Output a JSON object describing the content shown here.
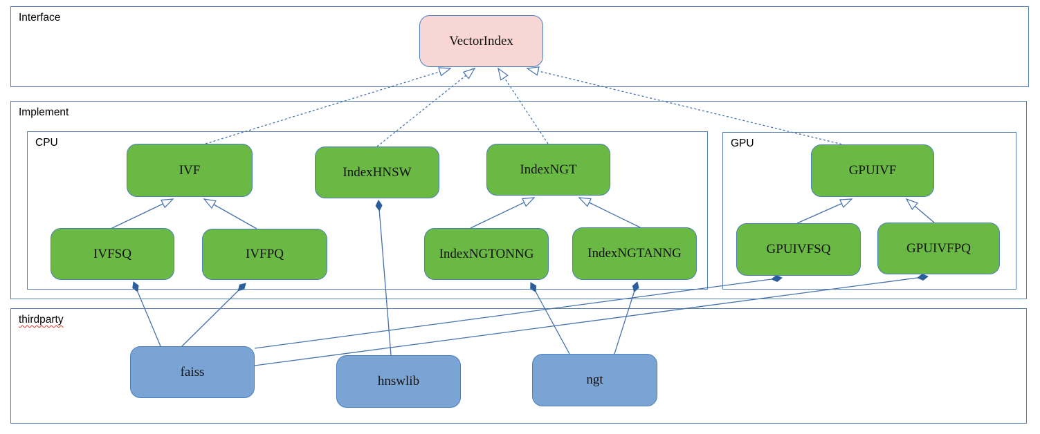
{
  "containers": {
    "interface": {
      "label": "Interface"
    },
    "implement": {
      "label": "Implement"
    },
    "cpu": {
      "label": "CPU"
    },
    "gpu": {
      "label": "GPU"
    },
    "thirdparty": {
      "label": "thirdparty"
    }
  },
  "nodes": {
    "vectorindex": {
      "label": "VectorIndex",
      "kind": "interface"
    },
    "ivf": {
      "label": "IVF",
      "kind": "cpu-class"
    },
    "indexhnsw": {
      "label": "IndexHNSW",
      "kind": "cpu-class"
    },
    "indexngt": {
      "label": "IndexNGT",
      "kind": "cpu-class"
    },
    "ivfsq": {
      "label": "IVFSQ",
      "kind": "cpu-class"
    },
    "ivfpq": {
      "label": "IVFPQ",
      "kind": "cpu-class"
    },
    "indexngtonng": {
      "label": "IndexNGTONNG",
      "kind": "cpu-class"
    },
    "indexngtanng": {
      "label": "IndexNGTANNG",
      "kind": "cpu-class"
    },
    "gpuivf": {
      "label": "GPUIVF",
      "kind": "gpu-class"
    },
    "gpuivfsq": {
      "label": "GPUIVFSQ",
      "kind": "gpu-class"
    },
    "gpuivfpq": {
      "label": "GPUIVFPQ",
      "kind": "gpu-class"
    },
    "faiss": {
      "label": "faiss",
      "kind": "thirdparty-lib"
    },
    "hnswlib": {
      "label": "hnswlib",
      "kind": "thirdparty-lib"
    },
    "ngt": {
      "label": "ngt",
      "kind": "thirdparty-lib"
    }
  },
  "edges": [
    {
      "from": "IVF",
      "to": "VectorIndex",
      "type": "realization-dashed"
    },
    {
      "from": "IndexHNSW",
      "to": "VectorIndex",
      "type": "realization-dashed"
    },
    {
      "from": "IndexNGT",
      "to": "VectorIndex",
      "type": "realization-dashed"
    },
    {
      "from": "GPUIVF",
      "to": "VectorIndex",
      "type": "realization-dashed"
    },
    {
      "from": "IVFSQ",
      "to": "IVF",
      "type": "generalization"
    },
    {
      "from": "IVFPQ",
      "to": "IVF",
      "type": "generalization"
    },
    {
      "from": "IndexNGTONNG",
      "to": "IndexNGT",
      "type": "generalization"
    },
    {
      "from": "IndexNGTANNG",
      "to": "IndexNGT",
      "type": "generalization"
    },
    {
      "from": "GPUIVFSQ",
      "to": "GPUIVF",
      "type": "generalization"
    },
    {
      "from": "GPUIVFPQ",
      "to": "GPUIVF",
      "type": "generalization"
    },
    {
      "from": "faiss",
      "to": "IVFSQ",
      "type": "composition"
    },
    {
      "from": "faiss",
      "to": "IVFPQ",
      "type": "composition"
    },
    {
      "from": "faiss",
      "to": "GPUIVFSQ",
      "type": "composition"
    },
    {
      "from": "faiss",
      "to": "GPUIVFPQ",
      "type": "composition"
    },
    {
      "from": "hnswlib",
      "to": "IndexHNSW",
      "type": "composition"
    },
    {
      "from": "ngt",
      "to": "IndexNGTONNG",
      "type": "composition"
    },
    {
      "from": "ngt",
      "to": "IndexNGTANNG",
      "type": "composition"
    }
  ],
  "colors": {
    "interface_fill": "#f8d6d3",
    "implementation_fill": "#6ab944",
    "thirdparty_fill": "#7aa4d4",
    "node_border": "#4a7ebb",
    "container_border": "#5580b3",
    "edge_line": "#4470ad",
    "composition_diamond": "#2c5e9c",
    "spellcheck_squiggle": "#e03020"
  }
}
